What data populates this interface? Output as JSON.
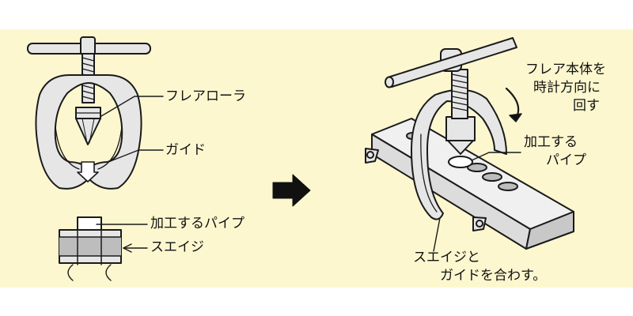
{
  "labels": {
    "flare_roller": "フレアローラ",
    "guide": "ガイド",
    "pipe_left": "加工するパイプ",
    "swage": "スエイジ",
    "rotate_line1": "フレア本体を",
    "rotate_line2": "時計方向に",
    "rotate_line3": "回す",
    "pipe_right_line1": "加工する",
    "pipe_right_line2": "パイプ",
    "align_line1": "スエイジと",
    "align_line2": "ガイドを合わす。"
  },
  "colors": {
    "panel": "#fdf7cf",
    "tool_fill": "#e6e6e6",
    "stroke": "#1a1a1a"
  }
}
